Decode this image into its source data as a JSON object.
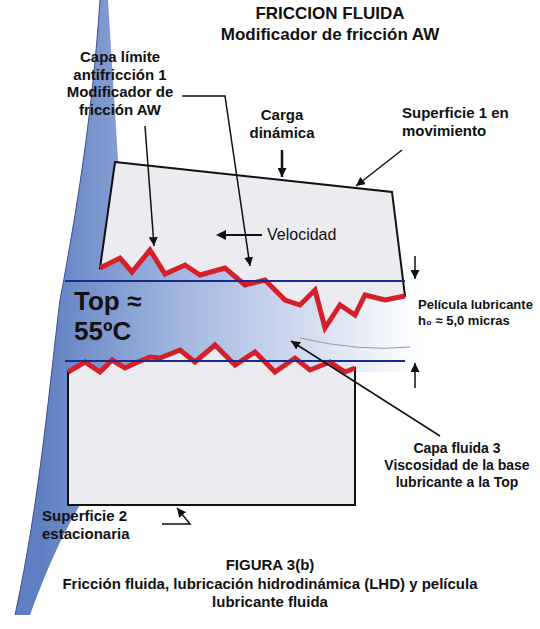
{
  "diagram": {
    "title": "FRICCION FLUIDA",
    "caption": "Fricción fluida, lubricación hidrodinámica (LHD) y película lubricante fluida",
    "nodes": [
      {
        "text": [
          "Velocidad"
        ]
      }
    ],
    "labels": [
      "Modificador de fricción AW",
      "Capa límite antifricción 1 Modificador de fricción AW",
      "Carga dinámica",
      "Superficie 1 en movimiento",
      "Top ≈ 55ºC",
      "Película lubricante h₀ ≈ 5,0 micras",
      "Capa fluida 3 Viscosidad de la base lubricante a la Top",
      "Superficie 2 estacionaria",
      "FIGURA 3(b)"
    ]
  }
}
